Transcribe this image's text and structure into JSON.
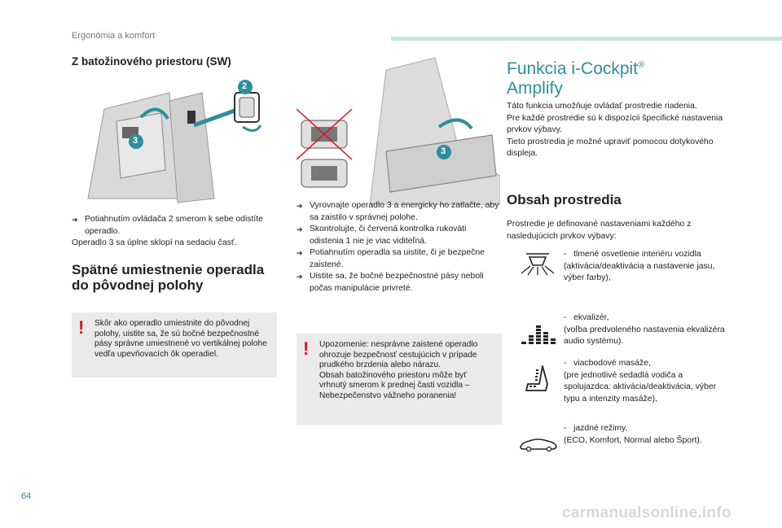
{
  "header": {
    "section": "Ergonómia a komfort"
  },
  "col1": {
    "title": "Z batožinového priestoru (SW)",
    "callout_2": "2",
    "callout_3": "3",
    "bullet": "Potiahnutím ovládača 2 smerom k sebe odistíte operadlo.",
    "para": "Operadlo 3 sa úplne sklopí na sedaciu časť.",
    "section_title": "Spätné umiestnenie operadla do pôvodnej polohy",
    "warning": "Skôr ako operadlo umiestnite do pôvodnej polohy, uistite sa, že sú bočné bezpečnostné pásy správne umiestnené vo vertikálnej polohe vedľa upevňovacích ôk operadiel."
  },
  "col2": {
    "callout_3": "3",
    "bullets": [
      "Vyrovnajte operadlo 3 a energicky ho zatlačte, aby sa zaistilo v správnej polohe.",
      "Skontrolujte, či červená kontrolka rukoväti odistenia 1 nie je viac viditeľná.",
      "Potiahnutím operadla sa uistite, či je bezpečne zaistené.",
      "Uistite sa, že bočné bezpečnostné pásy neboli počas manipulácie privreté."
    ],
    "warning": "Upozornenie: nesprávne zaistené operadlo ohrozuje bezpečnosť cestujúcich v prípade prudkého brzdenia alebo nárazu.\nObsah batožinového priestoru môže byť vrhnutý smerom k prednej časti vozidla – Nebezpečenstvo vážneho poranenia!"
  },
  "col3": {
    "title_line1": "Funkcia i-Cockpit",
    "title_sup": "®",
    "title_line2": "Amplify",
    "intro": "Táto funkcia umožňuje ovládať prostredie riadenia.\nPre každé prostredie sú k dispozícii špecifické nastavenia prvkov výbavy.\nTieto prostredia je možné upraviť pomocou dotykového displeja.",
    "section_title": "Obsah prostredia",
    "section_intro": "Prostredie je definované nastaveniami každého z nasledujúcich prvkov výbavy:",
    "features": [
      {
        "icon": "ambient-light-icon",
        "dash": "-",
        "name": "tlmené osvetlenie interiéru vozidla",
        "detail": "(aktivácia/deaktivácia a nastavenie jasu, výber farby),"
      },
      {
        "icon": "equalizer-icon",
        "dash": "-",
        "name": "ekvalizér,",
        "detail": "(voľba predvoleného nastavenia ekvalizéra audio systému)."
      },
      {
        "icon": "massage-seat-icon",
        "dash": "-",
        "name": "viacbodové masáže,",
        "detail": "(pre jednotlivé sedadlá vodiča a spolujazdca: aktivácia/deaktivácia, výber typu a intenzity masáže),"
      },
      {
        "icon": "car-drive-mode-icon",
        "dash": "-",
        "name": "jazdné režimy,",
        "detail": "(ECO, Komfort, Normal alebo Šport)."
      }
    ]
  },
  "footer": {
    "page_number": "64",
    "watermark": "carmanualsonline.info"
  }
}
